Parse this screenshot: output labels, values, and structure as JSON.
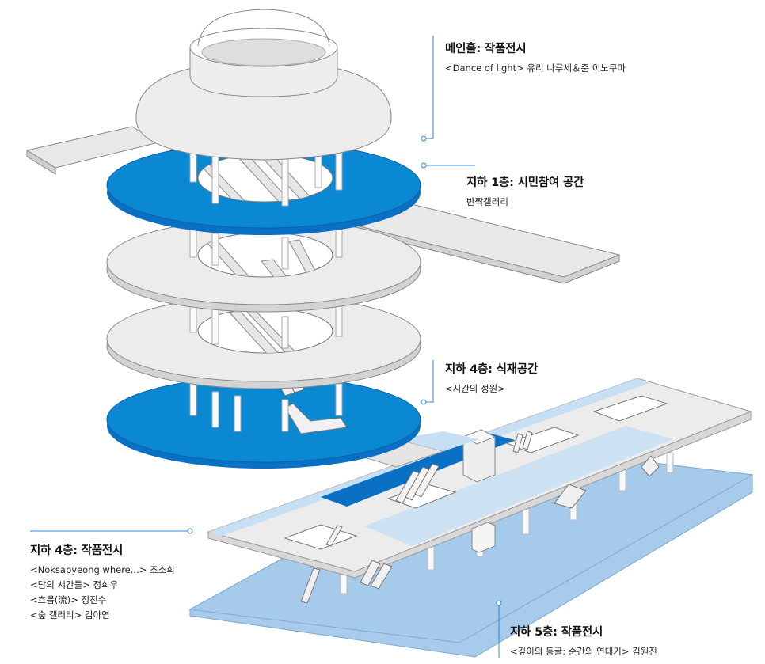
{
  "colors": {
    "blue": "#0a88d2",
    "light_blue": "#9fc7ec",
    "pale_blue": "#c7dff3",
    "floor": "#ececec",
    "leader": "#2f86d6"
  },
  "labels": {
    "main_hall": {
      "title": "메인홀: 작품전시",
      "subtitle": "<Dance of light> 유리 나루세＆준 이노쿠마"
    },
    "b1": {
      "title": "지하 1층: 시민참여 공간",
      "subtitle": "반짝갤러리"
    },
    "b4_plant": {
      "title": "지하 4층: 식재공간",
      "subtitle": "<시간의 정원>"
    },
    "b4_exhibit": {
      "title": "지하 4층: 작품전시",
      "items": [
        "<Noksapyeong where...> 조소희",
        "<담의 시간들> 정희우",
        "<흐름(流)> 정진수",
        "<숲 갤러리> 김아연"
      ]
    },
    "b5": {
      "title": "지하 5층: 작품전시",
      "subtitle": "<깊이의 동굴: 순간의 연대기> 김원진"
    }
  }
}
